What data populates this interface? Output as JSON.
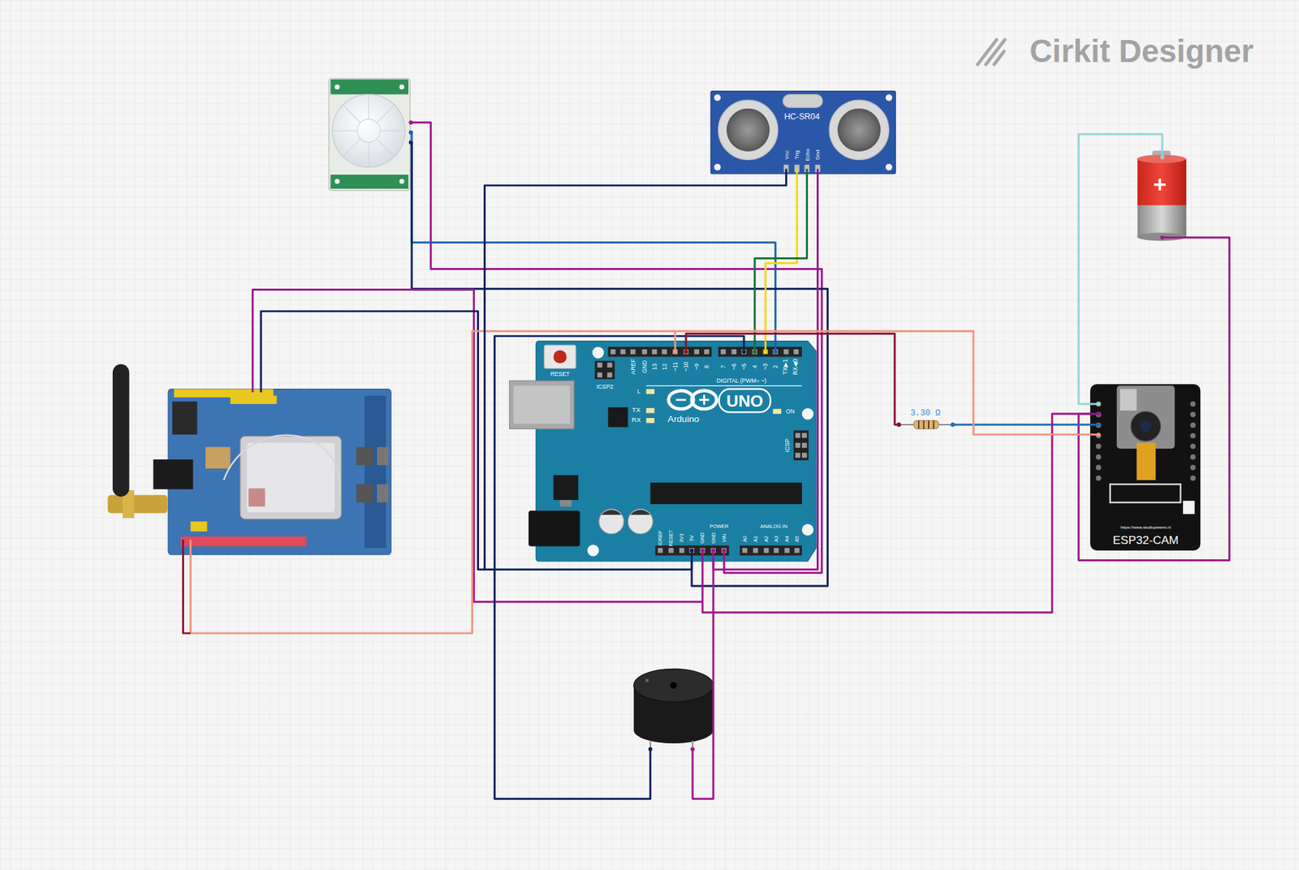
{
  "diagram": {
    "nodes": [
      {
        "text": [
          "HC-SR04",
          "Vcc",
          "Trig",
          "Echo",
          "Gnd"
        ]
      },
      {
        "text": [
          "RESET",
          "ICSP2",
          "L",
          "AREF",
          "GND",
          "13",
          "12",
          "~11",
          "~10",
          "~9",
          "8",
          "7",
          "~6",
          "~5",
          "4",
          "~3",
          "2",
          "TX▶1",
          "RX◀0",
          "DIGITAL (PWM= ~)",
          "TX",
          "RX",
          "Arduino",
          "UNO",
          "ON",
          "ICSP",
          "IOREF",
          "RESET",
          "3V3",
          "5V",
          "GND",
          "GND",
          "VIN",
          "POWER",
          "ANALOG IN",
          "A0",
          "A1",
          "A2",
          "A3",
          "A4",
          "A5"
        ]
      },
      {
        "text": [
          "3.30 Ω"
        ]
      },
      {
        "text": [
          "https://www.studiopieters.nl",
          "ESP32-CAM"
        ]
      }
    ],
    "edges": [
      {
        "from": 0,
        "to": 1,
        "arrow": "none"
      },
      {
        "from": 0,
        "to": 1,
        "arrow": "none"
      },
      {
        "from": 0,
        "to": 1,
        "arrow": "none"
      },
      {
        "from": 0,
        "to": 1,
        "arrow": "none"
      },
      {
        "from": 1,
        "to": 2,
        "arrow": "none"
      },
      {
        "from": 2,
        "to": 3,
        "arrow": "none"
      },
      {
        "from": 1,
        "to": 3,
        "arrow": "none"
      },
      {
        "from": 1,
        "to": 3,
        "arrow": "none"
      }
    ],
    "labels": [
      "Cirkit Designer"
    ]
  }
}
